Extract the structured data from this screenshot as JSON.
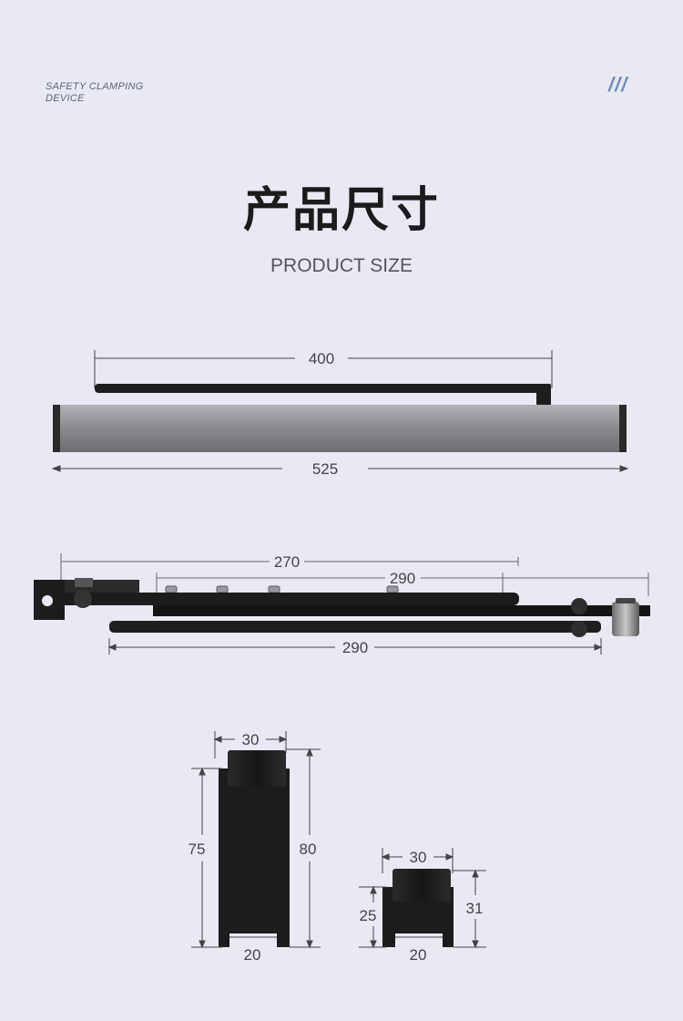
{
  "brand": {
    "line1": "SAFETY CLAMPING",
    "line2": "DEVICE"
  },
  "decor": {
    "slashes": "///",
    "slashes_color": "#6f8fb5"
  },
  "title": {
    "cn": "产品尺寸",
    "en": "PRODUCT SIZE"
  },
  "colors": {
    "background": "#e9e9f4",
    "metal_dark": "#1e1e1e",
    "metal_gray": "#8a8a8e"
  },
  "diagram_top": {
    "dim_arm": "400",
    "dim_body": "525"
  },
  "diagram_mid": {
    "dim_a": "270",
    "dim_b": "290",
    "dim_c": "290"
  },
  "diagram_bottom": {
    "tall_part": {
      "top_width": "30",
      "left_height": "75",
      "right_height": "80",
      "bottom_width": "20"
    },
    "short_part": {
      "top_width": "30",
      "left_height": "25",
      "right_height": "31",
      "bottom_width": "20"
    }
  }
}
